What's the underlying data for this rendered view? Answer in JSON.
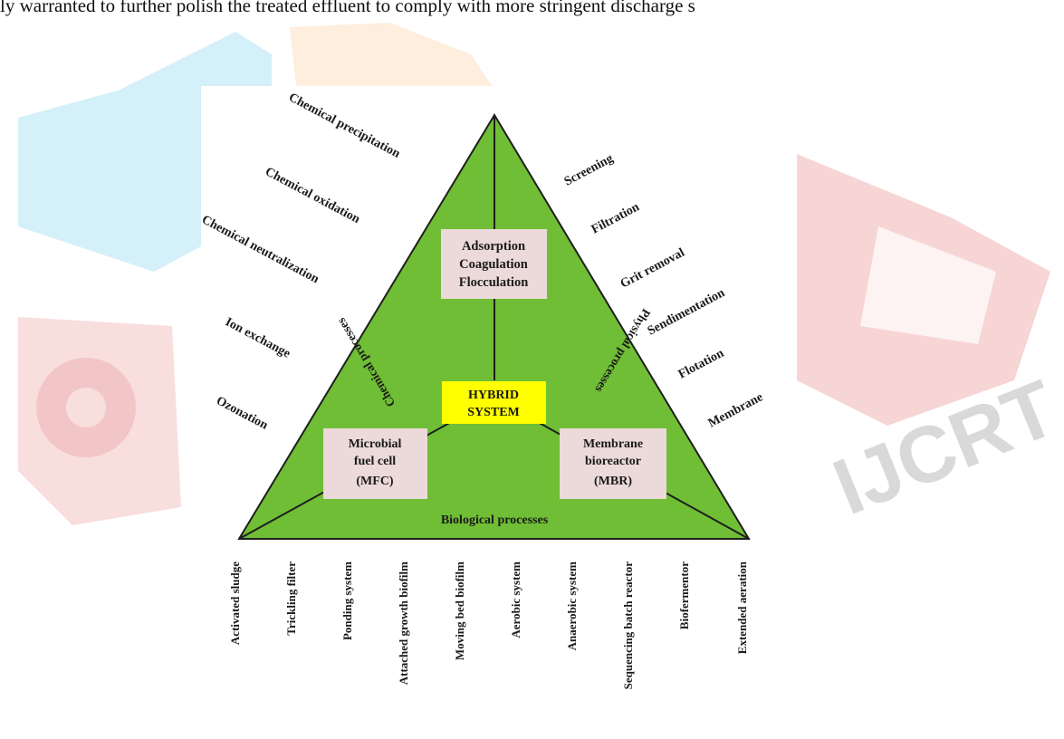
{
  "header_text": "ly warranted to further polish the treated effluent to comply with more stringent discharge s",
  "diagram": {
    "center_label": [
      "HYBRID",
      "SYSTEM"
    ],
    "boxes": {
      "top": [
        "Adsorption",
        "Coagulation",
        "Flocculation"
      ],
      "left": [
        "Microbial",
        "fuel cell",
        "(MFC)"
      ],
      "right": [
        "Membrane",
        "bioreactor",
        "(MBR)"
      ]
    },
    "side_labels": {
      "left": "Chemical processes",
      "right": "Physical processes",
      "bottom": "Biological processes"
    },
    "chemical_items": [
      "Chemical precipitation",
      "Chemical oxidation",
      "Chemical neutralization",
      "Ion exchange",
      "Ozonation"
    ],
    "physical_items": [
      "Screening",
      "Filtration",
      "Grit removal",
      "Sendimentation",
      "Flotation",
      "Membrane"
    ],
    "biological_items": [
      "Activated sludge",
      "Trickling filter",
      "Ponding system",
      "Attached growth biofilm",
      "Moving bed biofilm",
      "Aerobic system",
      "Anaerobic system",
      "Sequencing batch reactor",
      "Biofermentor",
      "Extended aeration"
    ],
    "colors": {
      "triangle_fill": "#6fbe35",
      "box_fill": "#ecd9d9",
      "center_fill": "#ffff00"
    }
  },
  "watermark": {
    "text": "IJCRT",
    "colors": {
      "cyan": "#bfe9f5",
      "orange": "#fbe3c8",
      "red": "#f6d0d0",
      "gray": "#d9d9d9"
    }
  }
}
